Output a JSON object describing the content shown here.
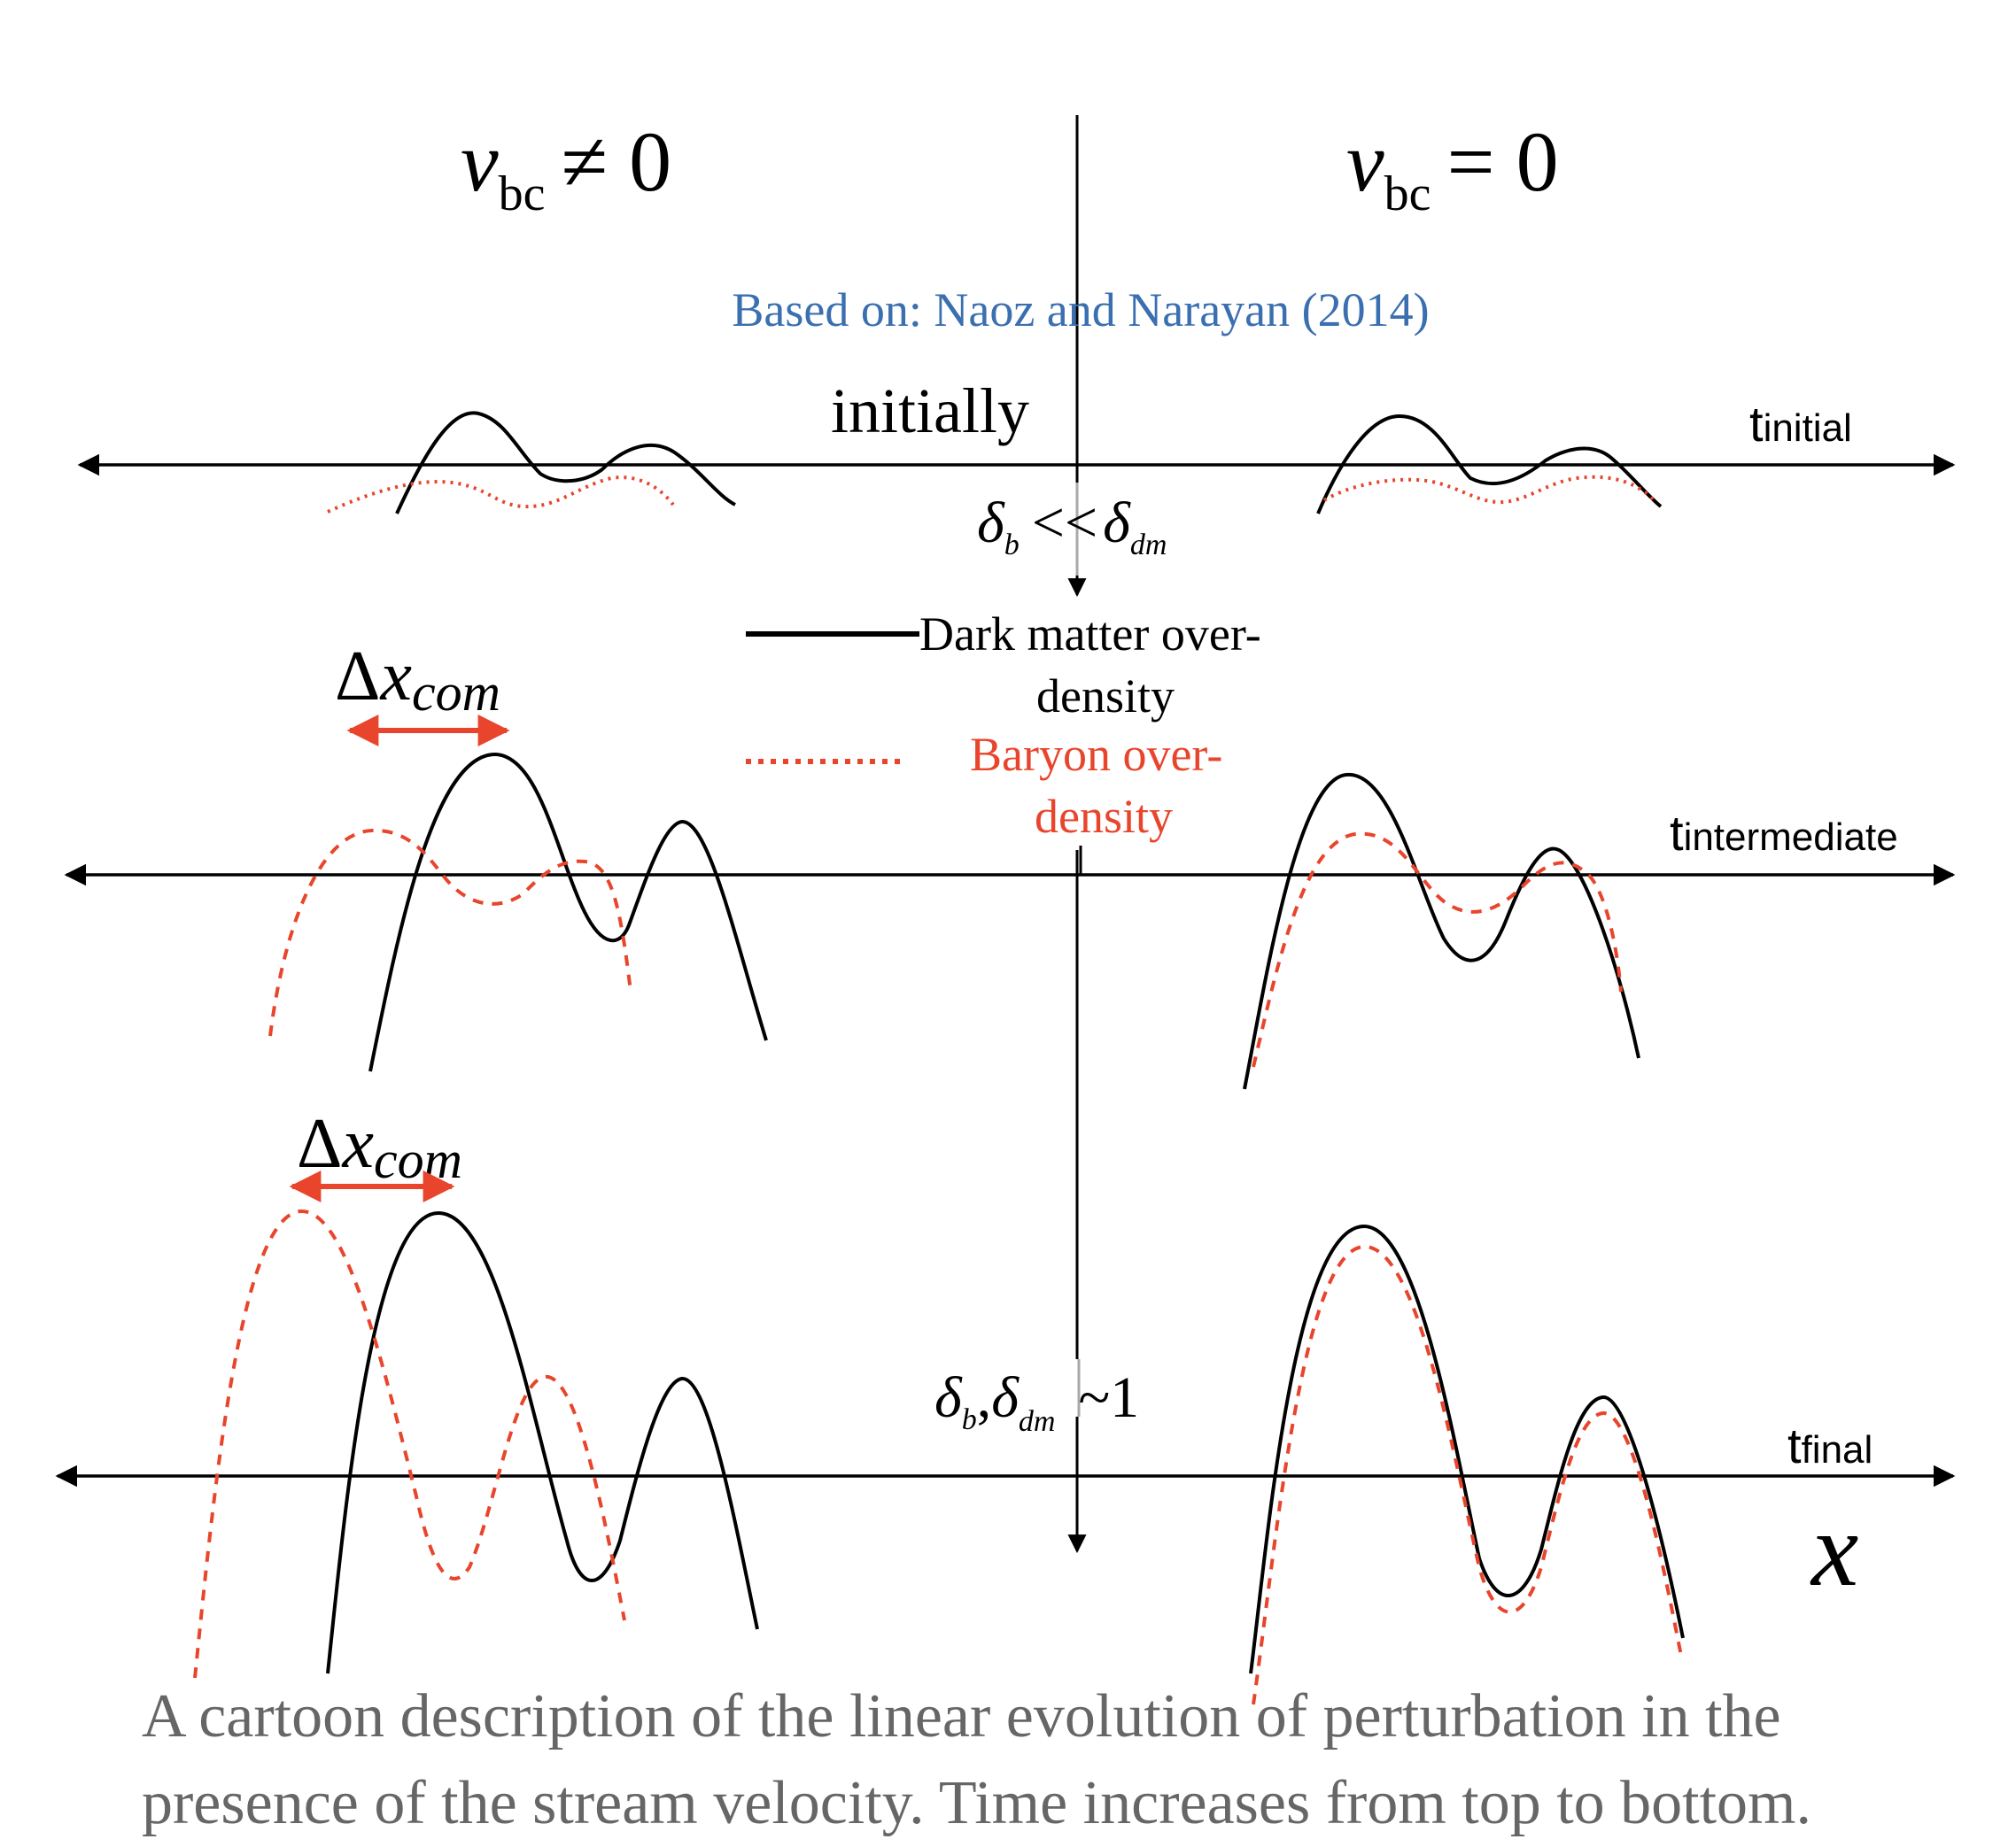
{
  "colors": {
    "dark_matter": "#000000",
    "baryon": "#e8452c",
    "attribution": "#3a6fb0",
    "caption": "#666666"
  },
  "headers": {
    "left": {
      "symbol": "v",
      "subscript": "bc",
      "relation": "≠ 0"
    },
    "right": {
      "symbol": "v",
      "subscript": "bc",
      "relation": "= 0"
    }
  },
  "attribution": "Based on: Naoz and Narayan (2014)",
  "stage_label_initial": "initially",
  "time_labels": {
    "initial": {
      "base": "t",
      "sub": "initial"
    },
    "intermediate": {
      "base": "t",
      "sub": "intermediate"
    },
    "final": {
      "base": "t",
      "sub": "final"
    }
  },
  "relation_initial": {
    "b": "δ",
    "b_sub": "b",
    "op": "<<",
    "dm": "δ",
    "dm_sub": "dm"
  },
  "relation_final": {
    "b": "δ",
    "b_sub": "b",
    "sep": ",",
    "dm": "δ",
    "dm_sub": "dm",
    "tail": "~1"
  },
  "legend": {
    "dark_matter_line1": "Dark matter over-",
    "dark_matter_line2": "density",
    "baryon_line1": "Baryon over-",
    "baryon_line2": "density"
  },
  "shift_label": {
    "delta": "Δ",
    "var": "x",
    "sub": "com"
  },
  "x_axis_label": "x",
  "caption": {
    "line1": "A cartoon description of the linear evolution of perturbation in the",
    "line2": "presence of the stream velocity. Time increases from top to bottom."
  }
}
